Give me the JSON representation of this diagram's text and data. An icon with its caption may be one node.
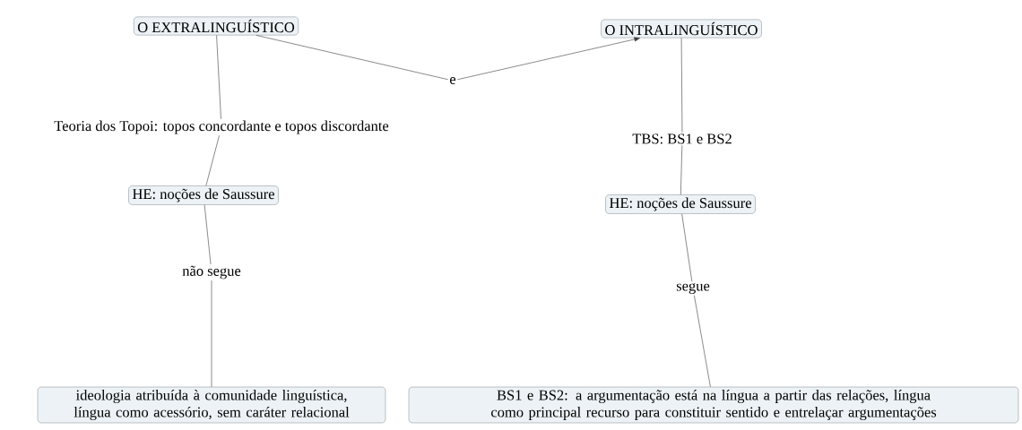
{
  "diagram": {
    "nodes": [
      {
        "text": [
          "O EXTRALINGUÍSTICO"
        ]
      },
      {
        "text": [
          "O INTRALINGUÍSTICO"
        ]
      },
      {
        "text": [
          "e"
        ]
      },
      {
        "text": [
          "Teoria dos Topoi: topos concordante e topos discordante"
        ]
      },
      {
        "text": [
          "TBS: BS1 e BS2"
        ]
      },
      {
        "text": [
          "HE: noções de Saussure"
        ]
      },
      {
        "text": [
          "HE: noções de Saussure"
        ]
      },
      {
        "text": [
          "não segue"
        ]
      },
      {
        "text": [
          "segue"
        ]
      },
      {
        "text": [
          "ideologia atribuída à comunidade linguística, língua como acessório, sem caráter relacional"
        ]
      },
      {
        "text": [
          "BS1 e BS2: a argumentação está na língua a partir das relações, língua como principal recurso para constituir sentido e entrelaçar argumentações"
        ]
      }
    ],
    "edges": [
      {
        "from": 0,
        "to": 2,
        "arrow": "none"
      },
      {
        "from": 2,
        "to": 1,
        "arrow": "to"
      },
      {
        "from": 0,
        "to": 3,
        "arrow": "none"
      },
      {
        "from": 3,
        "to": 5,
        "arrow": "none"
      },
      {
        "from": 1,
        "to": 4,
        "arrow": "none"
      },
      {
        "from": 4,
        "to": 6,
        "arrow": "none"
      },
      {
        "from": 5,
        "to": 7,
        "arrow": "none"
      },
      {
        "from": 7,
        "to": 9,
        "arrow": "none"
      },
      {
        "from": 6,
        "to": 8,
        "arrow": "none"
      },
      {
        "from": 8,
        "to": 10,
        "arrow": "none"
      }
    ]
  }
}
